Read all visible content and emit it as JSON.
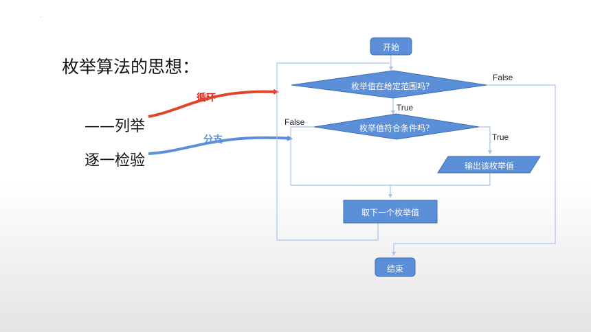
{
  "slide": {
    "corner_mark": ".",
    "title": "枚举算法的思想：",
    "items": [
      "——列举",
      "逐一检验"
    ],
    "tags": {
      "loop": "循环",
      "branch": "分支"
    }
  },
  "flowchart": {
    "start": "开始",
    "cond_range": "枚举值在给定范围吗？",
    "cond_match": "枚举值符合条件吗？",
    "output": "输出该枚举值",
    "next": "取下一个枚举值",
    "end": "结束",
    "labels": {
      "range_true": "True",
      "range_false": "False",
      "match_true": "True",
      "match_false": "False"
    }
  },
  "colors": {
    "node_fill": "#5b8fd8",
    "node_stroke": "#3e6db5",
    "line": "#a9c3ea",
    "loop_arrow": "#e0442b",
    "branch_arrow": "#5b8fd8"
  }
}
